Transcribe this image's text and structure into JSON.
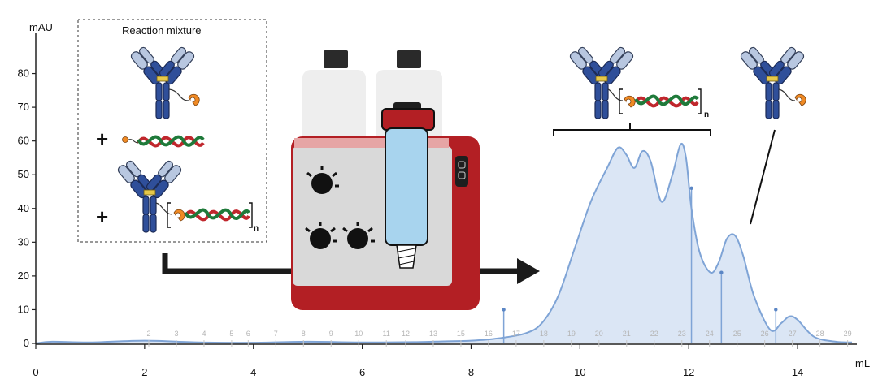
{
  "chart_data": {
    "type": "line",
    "xlabel": "mL",
    "ylabel": "mAU",
    "xlim": [
      0,
      15
    ],
    "ylim": [
      0,
      90
    ],
    "x_ticks": [
      0,
      2,
      4,
      6,
      8,
      10,
      12,
      14
    ],
    "y_ticks": [
      0,
      10,
      20,
      30,
      40,
      50,
      60,
      70,
      80
    ],
    "series": [
      {
        "x": [
          0,
          0.3,
          1,
          2,
          3,
          4,
          5,
          6,
          7,
          7.5,
          8,
          8.5,
          9,
          9.3,
          9.6,
          9.9,
          10.2,
          10.5,
          10.7,
          10.85,
          11.0,
          11.15,
          11.3,
          11.5,
          11.7,
          11.85,
          11.95,
          12.05,
          12.2,
          12.4,
          12.55,
          12.7,
          12.85,
          13.0,
          13.2,
          13.5,
          13.7,
          13.85,
          14.0,
          14.3,
          14.7,
          15.0
        ],
        "y": [
          0,
          0.5,
          0.3,
          0.8,
          0.3,
          0.2,
          0.5,
          0.3,
          0.4,
          0.6,
          0.8,
          1.5,
          3,
          6,
          14,
          28,
          42,
          52,
          58,
          56,
          52,
          57,
          54,
          42,
          50,
          59,
          55,
          40,
          27,
          21,
          24,
          31,
          32,
          26,
          14,
          4,
          6,
          8,
          7,
          2,
          0.5,
          0.3
        ]
      }
    ],
    "fraction_labels": [
      "2",
      "3",
      "4",
      "5",
      "6",
      "7",
      "8",
      "9",
      "10",
      "11",
      "12",
      "13",
      "15",
      "16",
      "17",
      "18",
      "19",
      "20",
      "21",
      "22",
      "23",
      "24",
      "25",
      "26",
      "27",
      "28",
      "29"
    ]
  },
  "labels": {
    "reaction_mixture": "Reaction mixture",
    "plus": "+",
    "subscript_n": "n"
  }
}
